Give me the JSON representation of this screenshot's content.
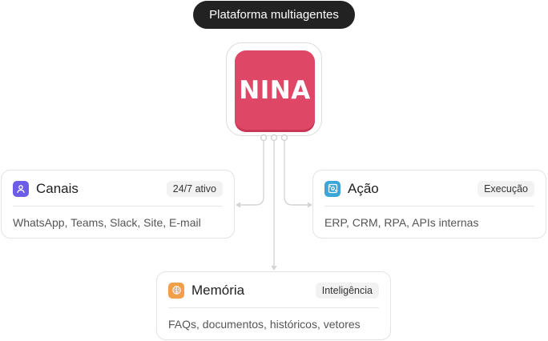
{
  "header": {
    "label": "Plataforma multiagentes"
  },
  "logo": {
    "text": "NINA",
    "color": "#df4767"
  },
  "cards": {
    "canais": {
      "title": "Canais",
      "badge": "24/7 ativo",
      "body": "WhatsApp, Teams, Slack, Site, E-mail",
      "icon": "user-icon",
      "icon_color": "#6c5ce7"
    },
    "acao": {
      "title": "Ação",
      "badge": "Execução",
      "body": "ERP, CRM, RPA, APIs internas",
      "icon": "settings-panel-icon",
      "icon_color": "#3aa7d8"
    },
    "memoria": {
      "title": "Memória",
      "badge": "Inteligência",
      "body": "FAQs, documentos, históricos, vetores",
      "icon": "brain-icon",
      "icon_color": "#f0a04b"
    }
  },
  "connector_color": "#d4d4d4"
}
